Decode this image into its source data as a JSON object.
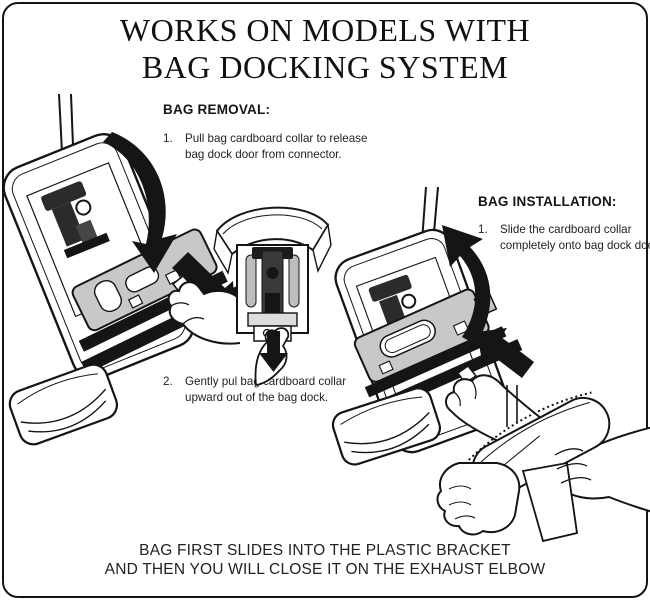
{
  "title": {
    "line1": "WORKS ON MODELS WITH",
    "line2": "BAG DOCKING SYSTEM"
  },
  "removal": {
    "heading": "BAG REMOVAL:",
    "steps": [
      {
        "num": "1.",
        "text": "Pull bag cardboard collar to release bag dock door from connector."
      },
      {
        "num": "2.",
        "text": "Gently pul bag cardboard collar upward out of the bag dock."
      }
    ]
  },
  "installation": {
    "heading": "BAG INSTALLATION:",
    "steps": [
      {
        "num": "1.",
        "text": "Slide the cardboard collar completely onto bag dock door."
      }
    ]
  },
  "footer": {
    "line1": "BAG FIRST SLIDES INTO THE PLASTIC BRACKET",
    "line2": "AND THEN YOU WILL CLOSE IT ON THE EXHAUST ELBOW"
  },
  "illustrations": {
    "left": "vacuum-open-dock-bag-removal",
    "middle": "bag-dock-door-collar-pulled-down",
    "right": "vacuum-open-dock-bag-installation",
    "bottom_right": "hands-holding-paper-bag"
  },
  "colors": {
    "ink": "#151515",
    "collar_gray": "#c8c8c8",
    "background": "#ffffff"
  }
}
